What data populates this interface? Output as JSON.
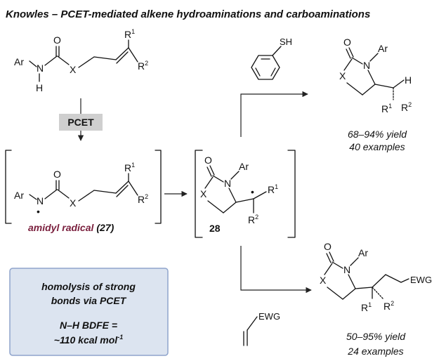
{
  "title": "Knowles – PCET-mediated alkene hydroaminations and carboaminations",
  "colors": {
    "blue": "#2e4b8f",
    "maroon": "#7a1f3d",
    "box_fill": "#dce4f0",
    "box_border": "#8fa4cc",
    "pcet_fill": "#cfcfcf"
  },
  "atoms": {
    "ar": "Ar",
    "n": "N",
    "h": "H",
    "o": "O",
    "x": "X",
    "r": "R",
    "sup1": "1",
    "sup2": "2",
    "sh": "SH",
    "ewg": "EWG",
    "radical_dot": "•"
  },
  "pcet_label": "PCET",
  "amidyl_label": "amidyl radical",
  "amidyl_number": "(27)",
  "intermediate_number": "28",
  "product_top": {
    "yield": "68–94% yield",
    "examples": "40 examples"
  },
  "product_bottom": {
    "yield": "50–95% yield",
    "examples": "24 examples"
  },
  "infobox": {
    "line1": "homolysis of strong",
    "line2": "bonds via PCET",
    "line3": "N–H BDFE =",
    "line4": "~110 kcal mol",
    "line4_sup": "-1"
  }
}
